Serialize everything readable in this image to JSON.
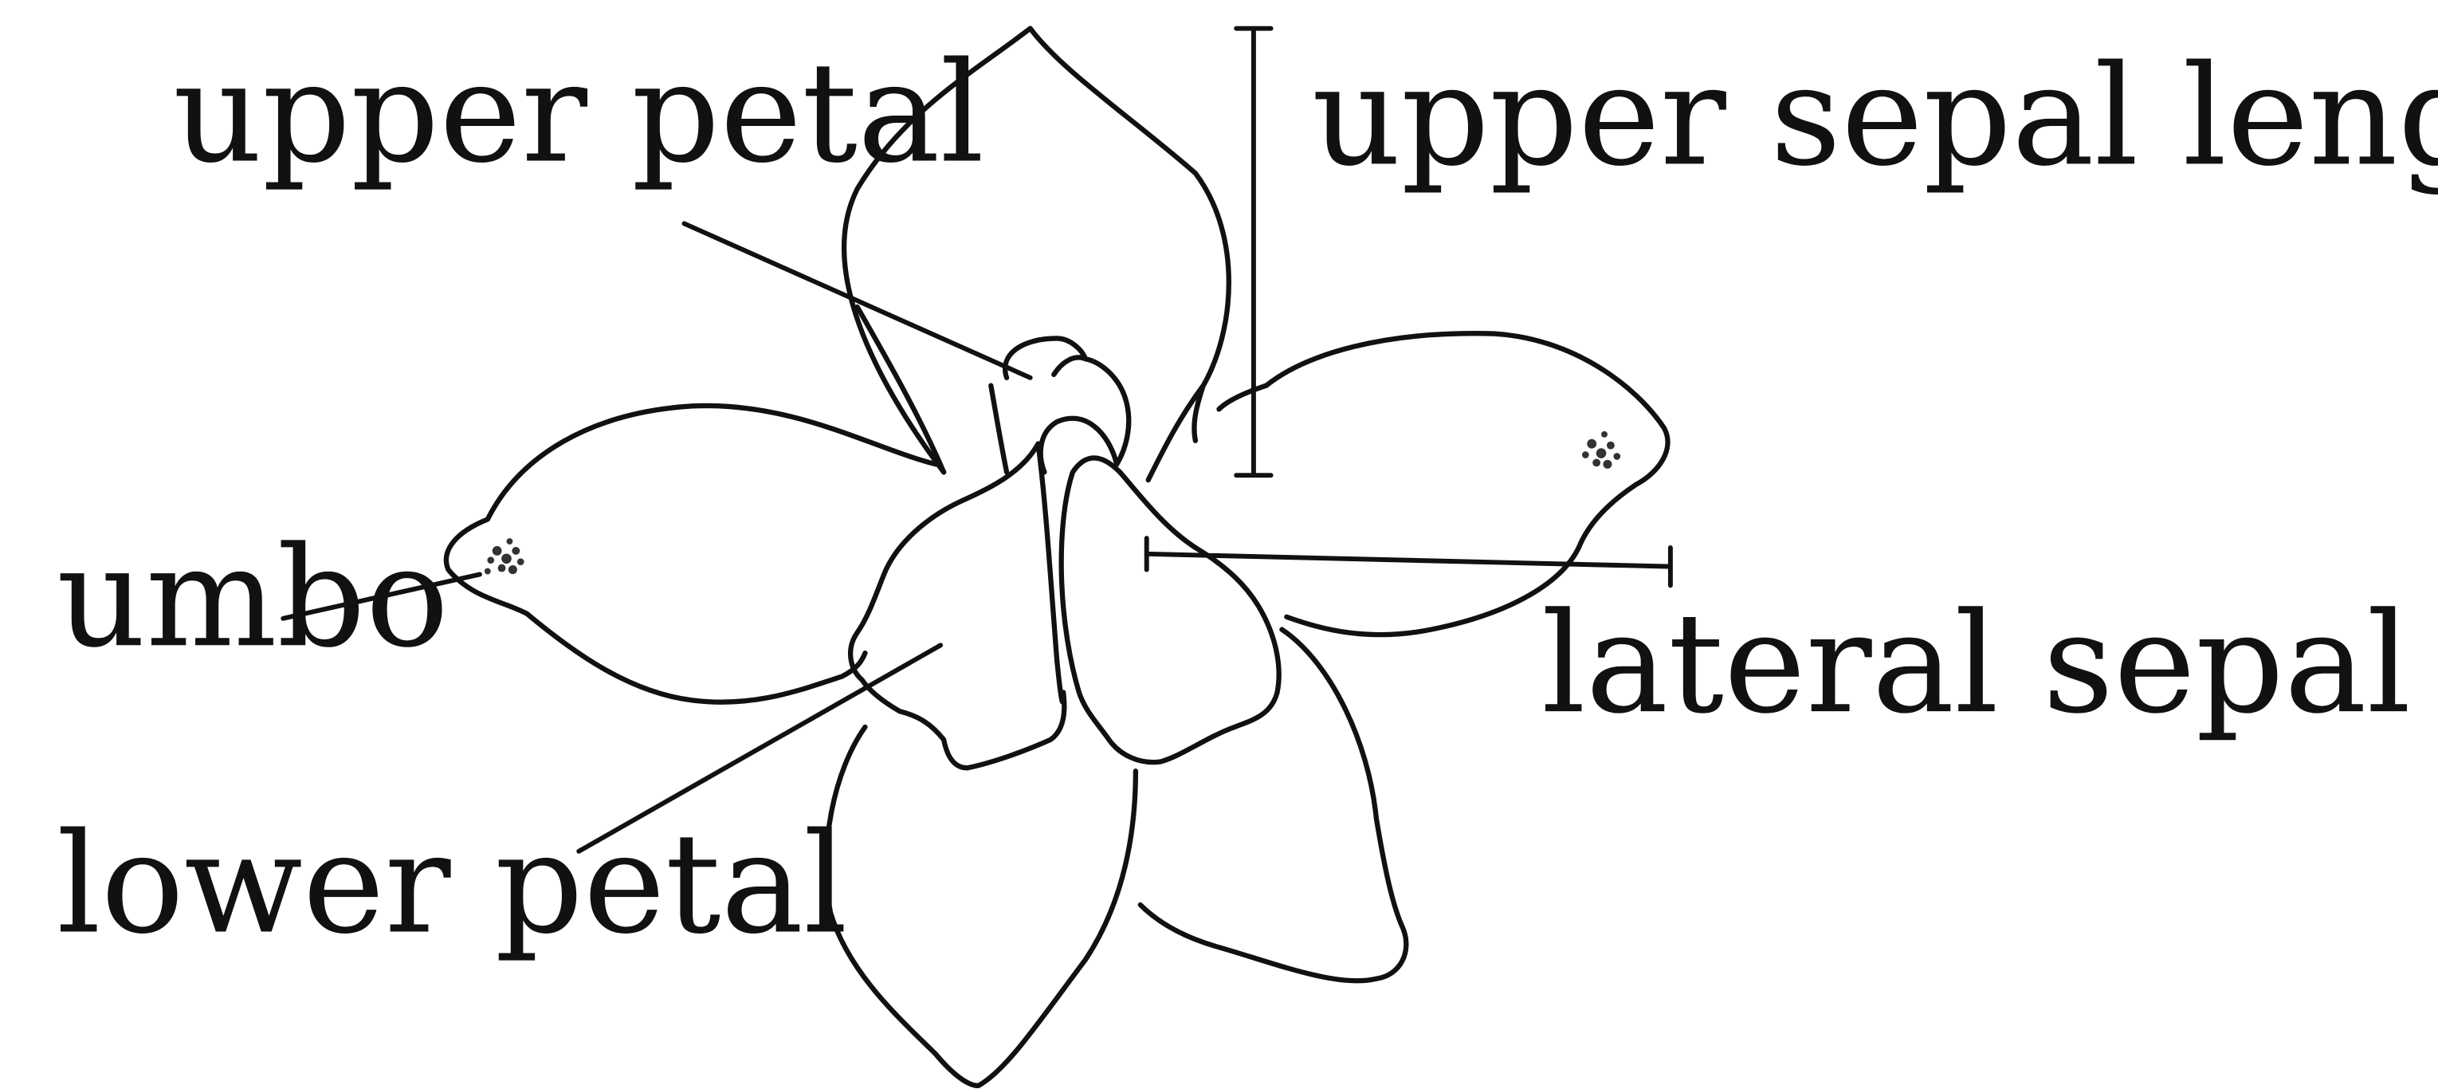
{
  "labels": {
    "upper_petal": "upper petal",
    "upper_sepal_length": "upper sepal length",
    "umbo": "umbo",
    "lateral_sepal_length": "lateral sepal length",
    "lower_petal": "lower petal"
  }
}
